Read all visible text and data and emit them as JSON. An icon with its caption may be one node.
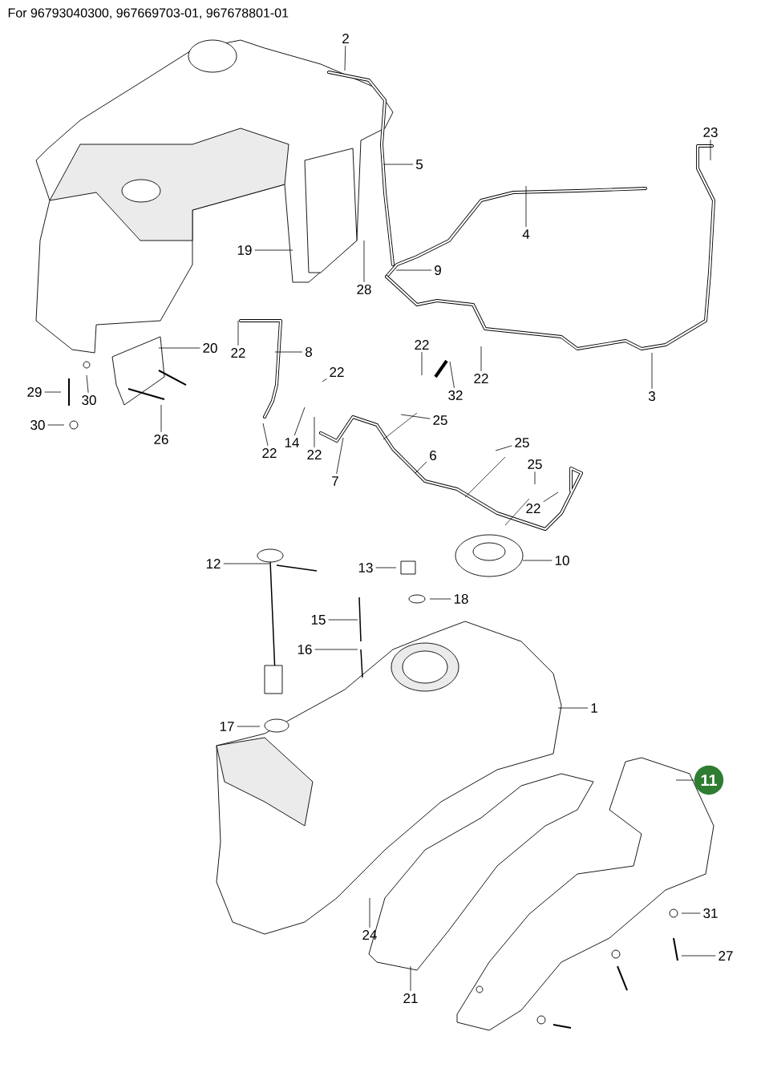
{
  "diagram": {
    "title": "For 96793040300, 967669703-01, 967678801-01",
    "nodes": [
      {
        "text": [
          "2"
        ]
      },
      {
        "text": [
          "23"
        ]
      },
      {
        "text": [
          "5"
        ]
      },
      {
        "text": [
          "4"
        ]
      },
      {
        "text": [
          "19"
        ]
      },
      {
        "text": [
          "9"
        ]
      },
      {
        "text": [
          "28"
        ]
      },
      {
        "text": [
          "20"
        ]
      },
      {
        "text": [
          "22"
        ]
      },
      {
        "text": [
          "8"
        ]
      },
      {
        "text": [
          "22"
        ]
      },
      {
        "text": [
          "22"
        ]
      },
      {
        "text": [
          "22"
        ]
      },
      {
        "text": [
          "29"
        ]
      },
      {
        "text": [
          "30"
        ]
      },
      {
        "text": [
          "32"
        ]
      },
      {
        "text": [
          "3"
        ]
      },
      {
        "text": [
          "25"
        ]
      },
      {
        "text": [
          "30"
        ]
      },
      {
        "text": [
          "26"
        ]
      },
      {
        "text": [
          "14"
        ]
      },
      {
        "text": [
          "25"
        ]
      },
      {
        "text": [
          "22"
        ]
      },
      {
        "text": [
          "22"
        ]
      },
      {
        "text": [
          "6"
        ]
      },
      {
        "text": [
          "25"
        ]
      },
      {
        "text": [
          "7"
        ]
      },
      {
        "text": [
          "22"
        ]
      },
      {
        "text": [
          "10"
        ]
      },
      {
        "text": [
          "12"
        ]
      },
      {
        "text": [
          "13"
        ]
      },
      {
        "text": [
          "18"
        ]
      },
      {
        "text": [
          "15"
        ]
      },
      {
        "text": [
          "16"
        ]
      },
      {
        "text": [
          "1"
        ]
      },
      {
        "text": [
          "17"
        ]
      },
      {
        "text": [
          "11"
        ]
      },
      {
        "text": [
          "31"
        ]
      },
      {
        "text": [
          "24"
        ]
      },
      {
        "text": [
          "27"
        ]
      },
      {
        "text": [
          "21"
        ]
      }
    ],
    "edges": [
      {
        "from": 0,
        "to": null,
        "arrow": "none"
      },
      {
        "from": 1,
        "to": null,
        "arrow": "none"
      },
      {
        "from": 2,
        "to": null,
        "arrow": "none"
      },
      {
        "from": 3,
        "to": null,
        "arrow": "none"
      },
      {
        "from": 4,
        "to": null,
        "arrow": "none"
      },
      {
        "from": 5,
        "to": null,
        "arrow": "none"
      },
      {
        "from": 6,
        "to": null,
        "arrow": "none"
      },
      {
        "from": 7,
        "to": null,
        "arrow": "none"
      },
      {
        "from": 8,
        "to": null,
        "arrow": "none"
      },
      {
        "from": 9,
        "to": null,
        "arrow": "none"
      },
      {
        "from": 10,
        "to": null,
        "arrow": "none"
      },
      {
        "from": 11,
        "to": null,
        "arrow": "none"
      },
      {
        "from": 12,
        "to": null,
        "arrow": "none"
      },
      {
        "from": 13,
        "to": null,
        "arrow": "none"
      },
      {
        "from": 14,
        "to": null,
        "arrow": "none"
      },
      {
        "from": 15,
        "to": null,
        "arrow": "none"
      },
      {
        "from": 16,
        "to": null,
        "arrow": "none"
      },
      {
        "from": 17,
        "to": null,
        "arrow": "none"
      },
      {
        "from": 18,
        "to": null,
        "arrow": "none"
      },
      {
        "from": 19,
        "to": null,
        "arrow": "none"
      },
      {
        "from": 20,
        "to": null,
        "arrow": "none"
      },
      {
        "from": 21,
        "to": null,
        "arrow": "none"
      },
      {
        "from": 22,
        "to": null,
        "arrow": "none"
      },
      {
        "from": 23,
        "to": null,
        "arrow": "none"
      },
      {
        "from": 24,
        "to": null,
        "arrow": "none"
      },
      {
        "from": 25,
        "to": null,
        "arrow": "none"
      },
      {
        "from": 26,
        "to": null,
        "arrow": "none"
      },
      {
        "from": 27,
        "to": null,
        "arrow": "none"
      },
      {
        "from": 28,
        "to": null,
        "arrow": "none"
      },
      {
        "from": 29,
        "to": null,
        "arrow": "none"
      },
      {
        "from": 30,
        "to": null,
        "arrow": "none"
      },
      {
        "from": 31,
        "to": null,
        "arrow": "none"
      },
      {
        "from": 32,
        "to": null,
        "arrow": "none"
      },
      {
        "from": 33,
        "to": null,
        "arrow": "none"
      },
      {
        "from": 34,
        "to": null,
        "arrow": "none"
      },
      {
        "from": 35,
        "to": null,
        "arrow": "none"
      },
      {
        "from": 36,
        "to": null,
        "arrow": "none"
      },
      {
        "from": 37,
        "to": null,
        "arrow": "none"
      },
      {
        "from": 38,
        "to": null,
        "arrow": "none"
      },
      {
        "from": 39,
        "to": null,
        "arrow": "none"
      },
      {
        "from": 40,
        "to": null,
        "arrow": "none"
      }
    ]
  }
}
